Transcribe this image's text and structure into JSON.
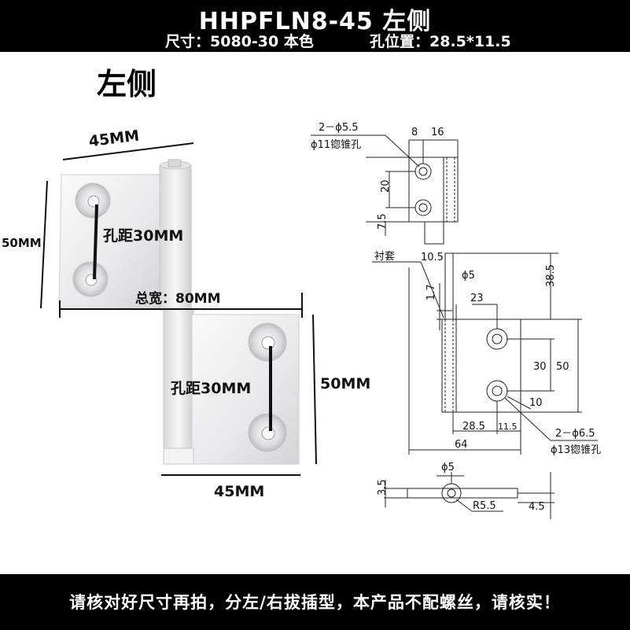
{
  "header": {
    "title": "HHPFLN8-45   左侧",
    "size_label": "尺寸：5080-30 本色",
    "hole_label": "孔位置：28.5*11.5"
  },
  "side_label": "左侧",
  "photo": {
    "top_width": "45MM",
    "left_height": "50MM",
    "upper_hole_pitch": "孔距30MM",
    "total_width": "总宽：80MM",
    "lower_hole_pitch": "孔距30MM",
    "right_height": "50MM",
    "bottom_width": "45MM"
  },
  "drawing": {
    "top_note_line1": "2－ϕ5.5",
    "top_note_line2": "ϕ11锪锥孔",
    "dim_8": "8",
    "dim_16": "16",
    "dim_20": "20",
    "dim_7_5": "7.5",
    "bushing": "衬套",
    "dim_10_5": "10.5",
    "phi5_mid": "ϕ5",
    "dim_38_5": "38.5",
    "dim_1_7": "1.7",
    "dim_23": "23",
    "dim_30": "30",
    "dim_50": "50",
    "dim_10": "10",
    "dim_28_5": "28.5",
    "dim_11_5": "11.5",
    "dim_64": "64",
    "bottom_note_line1": "2－ϕ6.5",
    "bottom_note_line2": "ϕ13锪锥孔",
    "phi5_bottom": "ϕ5",
    "dim_3_5": "3.5",
    "r5_5": "R5.5",
    "dim_4_5": "4.5"
  },
  "footer": {
    "note": "请核对好尺寸再拍，分左/右拔插型，本产品不配螺丝，请核实！"
  }
}
